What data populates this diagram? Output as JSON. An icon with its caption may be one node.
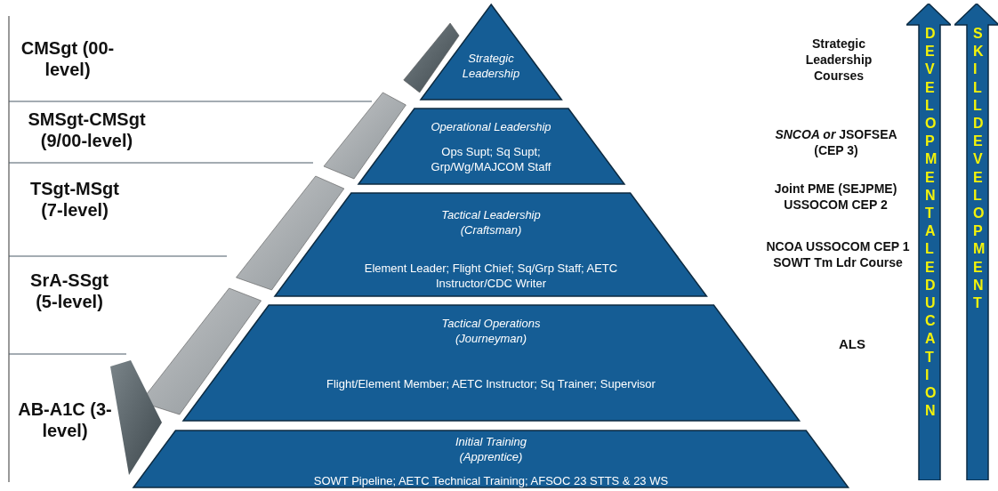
{
  "diagram": {
    "nodes": [
      {
        "text": [
          "Strategic Leadership"
        ]
      },
      {
        "text": [
          "Operational Leadership",
          "Ops Supt; Sq Supt; Grp/Wg/MAJCOM Staff"
        ]
      },
      {
        "text": [
          "Tactical Leadership (Craftsman)",
          "Element Leader; Flight Chief; Sq/Grp Staff; AETC Instructor/CDC Writer"
        ]
      },
      {
        "text": [
          "Tactical Operations (Journeyman)",
          "Flight/Element Member; AETC Instructor;  Sq Trainer; Supervisor"
        ]
      },
      {
        "text": [
          "Initial Training (Apprentice)",
          "SOWT Pipeline; AETC Technical Training; AFSOC 23 STTS & 23 WS"
        ]
      },
      {
        "text": [
          "DEVELOPMENTAL EDUCATION"
        ]
      },
      {
        "text": [
          "SKILL DEVELOPMENT"
        ]
      }
    ],
    "labels": [
      "CMSgt (00-level)",
      "SMSgt-CMSgt (9/00-level)",
      "TSgt-MSgt (7-level)",
      "SrA-SSgt (5-level)",
      "AB-A1C (3-level)",
      "Strategic Leadership Courses",
      "*SNCOA or* JSOFSEA (CEP 3)",
      "Joint PME (SEJPME) USSOCOM CEP 2",
      "NCOA USSOCOM CEP 1 SOWT Tm Ldr Course",
      "ALS"
    ]
  }
}
